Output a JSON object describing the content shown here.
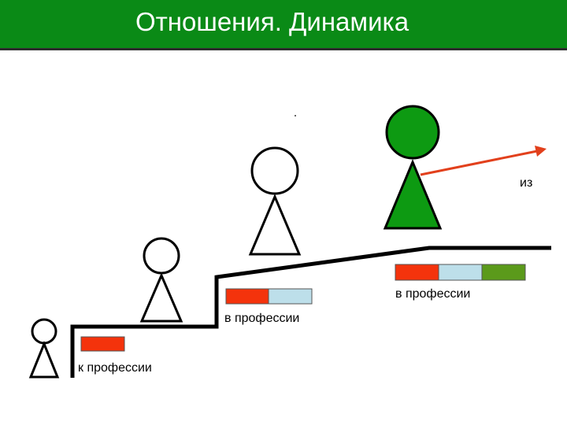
{
  "slide": {
    "title": "Отношения. Динамика"
  },
  "steps": [
    {
      "label": "к профессии",
      "bars": [
        "red"
      ]
    },
    {
      "label": "в профессии",
      "bars": [
        "red",
        "light-blue"
      ]
    },
    {
      "label": "в профессии",
      "bars": [
        "red",
        "light-blue",
        "olive-green"
      ]
    }
  ],
  "exit_arrow": {
    "label": "из"
  },
  "colors": {
    "header_green": "#0a8a16",
    "red": "#f4330c",
    "light_blue": "#bddfea",
    "olive_green": "#5b9a1b",
    "figure_green": "#0d9a12",
    "arrow_red": "#e2401c"
  },
  "icons": [
    "stick-figure-icon",
    "arrow-right-icon"
  ]
}
